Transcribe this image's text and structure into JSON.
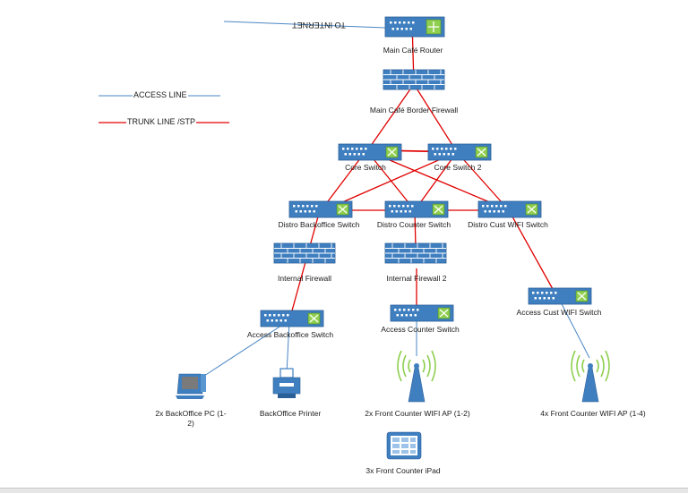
{
  "legend": {
    "access": "ACCESS LINE",
    "trunk": "TRUNK LINE /STP"
  },
  "internet_label": "TO INTERNET",
  "nodes": {
    "router": "Main Café Router",
    "border_firewall": "Main Café Border Firewall",
    "core1": "Core Switch",
    "core2": "Core Switch  2",
    "distro_backoffice": "Distro Backoffice Switch",
    "distro_counter": "Distro Counter Switch",
    "distro_cust": "Distro Cust WIFI Switch",
    "internal_fw": "Internal Firewall",
    "internal_fw2": "Internal Firewall 2",
    "access_backoffice": "Access Backoffice Switch",
    "access_counter": "Access Counter Switch",
    "access_cust": "Access Cust WIFI Switch",
    "backoffice_pc_line1": "2x BackOffice PC (1-",
    "backoffice_pc_line2": "2)",
    "backoffice_printer": "BackOffice Printer",
    "counter_ap": "2x Front Counter WIFI AP (1-2)",
    "cust_ap": "4x Front Counter WIFI AP (1-4)",
    "ipad": "3x Front Counter iPad"
  },
  "colors": {
    "access_line": "#4a86c5",
    "trunk_line": "#e00000",
    "device_blue": "#3f7fc0",
    "device_green": "#7fbf3f"
  }
}
